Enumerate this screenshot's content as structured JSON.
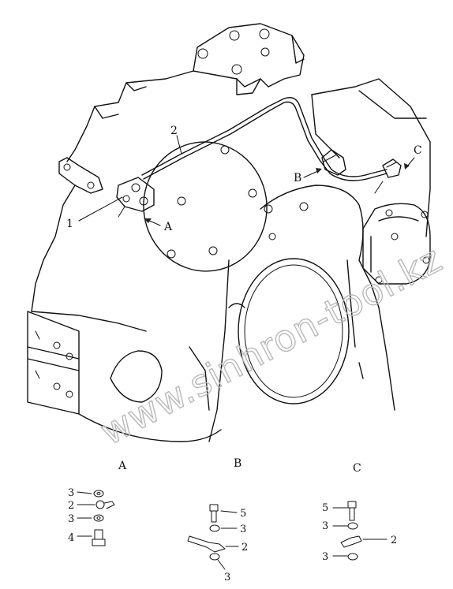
{
  "diagram": {
    "callouts": {
      "c1": "1",
      "c2": "2",
      "arrow_a": "A",
      "arrow_b": "B",
      "arrow_c": "C"
    },
    "details": [
      {
        "title": "A",
        "parts": [
          {
            "label": "3"
          },
          {
            "label": "2"
          },
          {
            "label": "3"
          },
          {
            "label": "4"
          }
        ]
      },
      {
        "title": "B",
        "parts": [
          {
            "label": "5"
          },
          {
            "label": "3"
          },
          {
            "label": "2"
          },
          {
            "label": "3"
          }
        ]
      },
      {
        "title": "C",
        "parts": [
          {
            "label": "5"
          },
          {
            "label": "3"
          },
          {
            "label": "2"
          },
          {
            "label": "3"
          }
        ]
      }
    ]
  },
  "watermark": {
    "text": "www.sinhron-tool.kz"
  }
}
